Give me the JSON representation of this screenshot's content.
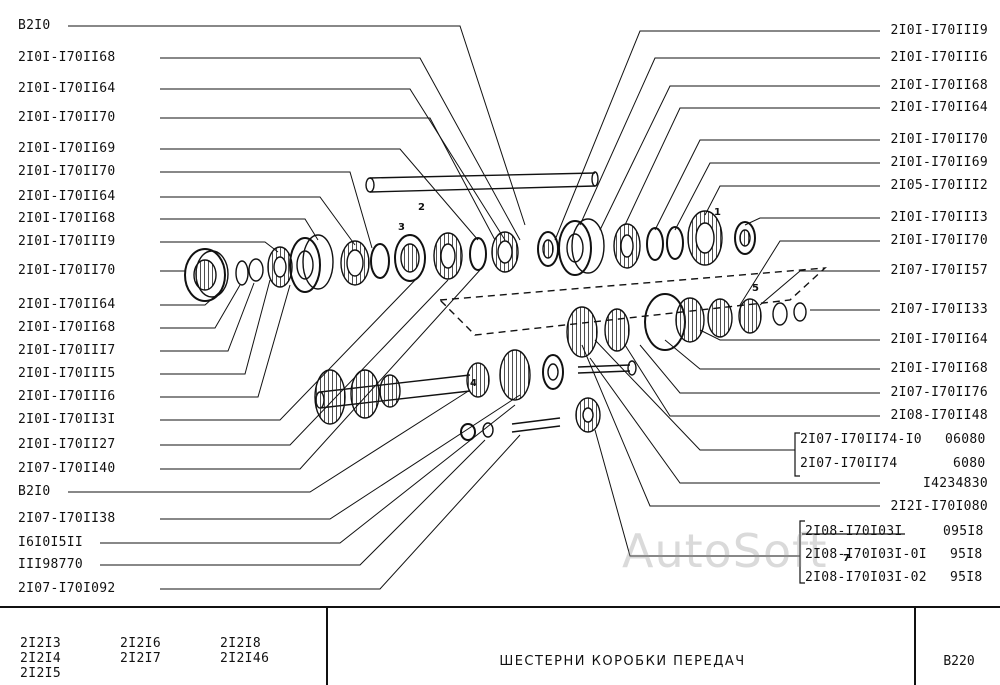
{
  "labels_left": [
    "B2I0",
    "2I0I-I70II68",
    "2I0I-I70II64",
    "2I0I-I70II70",
    "2I0I-I70II69",
    "2I0I-I70II70",
    "2I0I-I70II64",
    "2I0I-I70II68",
    "2I0I-I70III9",
    "2I0I-I70II70",
    "2I0I-I70II64",
    "2I0I-I70II68",
    "2I0I-I70III7",
    "2I0I-I70III5",
    "2I0I-I70III6",
    "2I0I-I70II3I",
    "2I0I-I70II27",
    "2I07-I70II40",
    "B2I0",
    "2I07-I70II38",
    "I6I0I5II",
    "III98770",
    "2I07-I70I092"
  ],
  "labels_right": [
    "2I0I-I70III9",
    "2I0I-I70III6",
    "2I0I-I70II68",
    "2I0I-I70II64",
    "2I0I-I70II70",
    "2I0I-I70II69",
    "2I05-I70III2",
    "2I0I-I70III3",
    "2I0I-I70II70",
    "2I07-I70II57",
    "2I07-I70II33",
    "2I0I-I70II64",
    "2I0I-I70II68",
    "2I07-I70II76",
    "2I08-I70II48"
  ],
  "bracket_group_1": [
    {
      "part": "2I07-I70II74-I0",
      "code": "06080"
    },
    {
      "part": "2I07-I70II74",
      "code": "6080"
    }
  ],
  "single_right": [
    "I4234830",
    "2I2I-I70I080"
  ],
  "bracket_group_2": [
    {
      "part": "2I08-I70I03I",
      "code": "095I8"
    },
    {
      "part": "2I08-I70I03I-0I",
      "code": "95I8"
    },
    {
      "part": "2I08-I70I03I-02",
      "code": "95I8"
    }
  ],
  "position_marks": [
    "1",
    "2",
    "3",
    "4",
    "5",
    "7"
  ],
  "watermark": "AutoSoft",
  "title_block": {
    "models": [
      "2I2I3",
      "2I2I4",
      "2I2I5",
      "2I2I6",
      "2I2I7",
      "2I2I8",
      "2I2I46"
    ],
    "title": "ШЕСТЕРНИ КОРОБКИ ПЕРЕДАЧ",
    "code": "B220"
  }
}
